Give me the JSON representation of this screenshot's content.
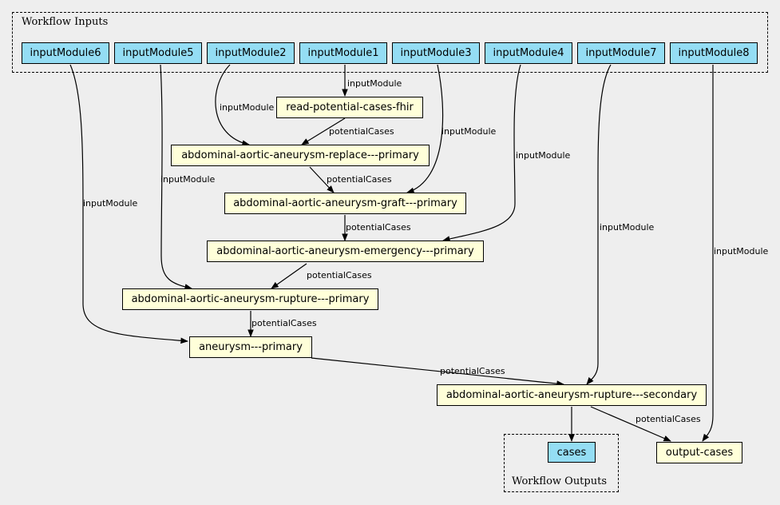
{
  "clusters": {
    "inputs_label": "Workflow Inputs",
    "outputs_label": "Workflow Outputs"
  },
  "colors": {
    "io_node": "#94ddf4",
    "step_node": "#ffffd9",
    "background": "#eeeeee"
  },
  "inputs": {
    "in6": "inputModule6",
    "in5": "inputModule5",
    "in2": "inputModule2",
    "in1": "inputModule1",
    "in3": "inputModule3",
    "in4": "inputModule4",
    "in7": "inputModule7",
    "in8": "inputModule8"
  },
  "steps": {
    "read": "read-potential-cases-fhir",
    "replace": "abdominal-aortic-aneurysm-replace---primary",
    "graft": "abdominal-aortic-aneurysm-graft---primary",
    "emergency": "abdominal-aortic-aneurysm-emergency---primary",
    "rupture": "abdominal-aortic-aneurysm-rupture---primary",
    "aneurysm": "aneurysm---primary",
    "secondary": "abdominal-aortic-aneurysm-rupture---secondary",
    "output_cases": "output-cases"
  },
  "outputs": {
    "cases": "cases"
  },
  "edge_labels": {
    "input_module": "inputModule",
    "potential_cases": "potentialCases"
  }
}
